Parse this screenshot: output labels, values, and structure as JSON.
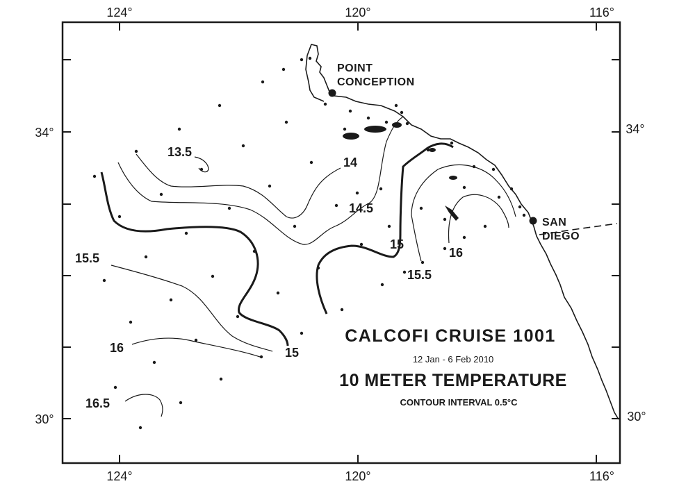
{
  "map": {
    "title": "CALCOFI  CRUISE  1001",
    "date_range": "12 Jan - 6 Feb 2010",
    "subtitle": "10 METER TEMPERATURE",
    "contour_interval": "CONTOUR INTERVAL 0.5°C",
    "longitude_ticks": [
      "124°",
      "120°",
      "116°"
    ],
    "latitude_ticks": [
      "34°",
      "30°"
    ],
    "places": {
      "point_conception": [
        "POINT",
        "CONCEPTION"
      ],
      "san_diego": [
        "SAN",
        "DIEGO"
      ]
    },
    "contour_labels": [
      "13.5",
      "14",
      "14.5",
      "15",
      "15",
      "15.5",
      "15.5",
      "16",
      "16",
      "16.5"
    ],
    "colors": {
      "ink": "#1a1a1a",
      "background": "#ffffff"
    }
  }
}
